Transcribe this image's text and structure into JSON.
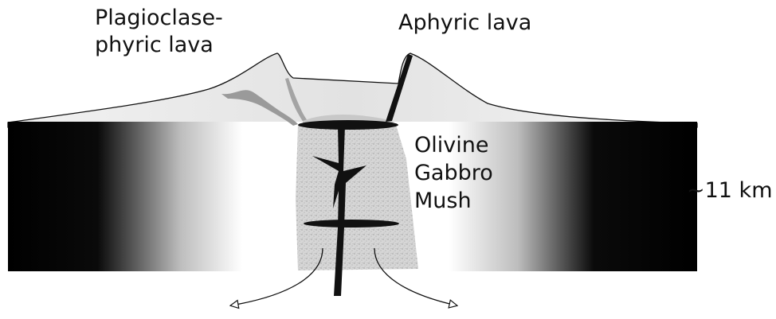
{
  "labels": {
    "plagioclase_line1": "Plagioclase-",
    "plagioclase_line2": "phyric lava",
    "aphyric": "Aphyric lava",
    "mush_line1": "Olivine",
    "mush_line2": "Gabbro",
    "mush_line3": "Mush",
    "depth": "~11 km"
  },
  "colors": {
    "crust_dark": "#000000",
    "crust_light": "#ffffff",
    "mush_fill": "#cfcfcf",
    "dike": "#111111",
    "plagioclase_lava": "#9a9a9a"
  }
}
